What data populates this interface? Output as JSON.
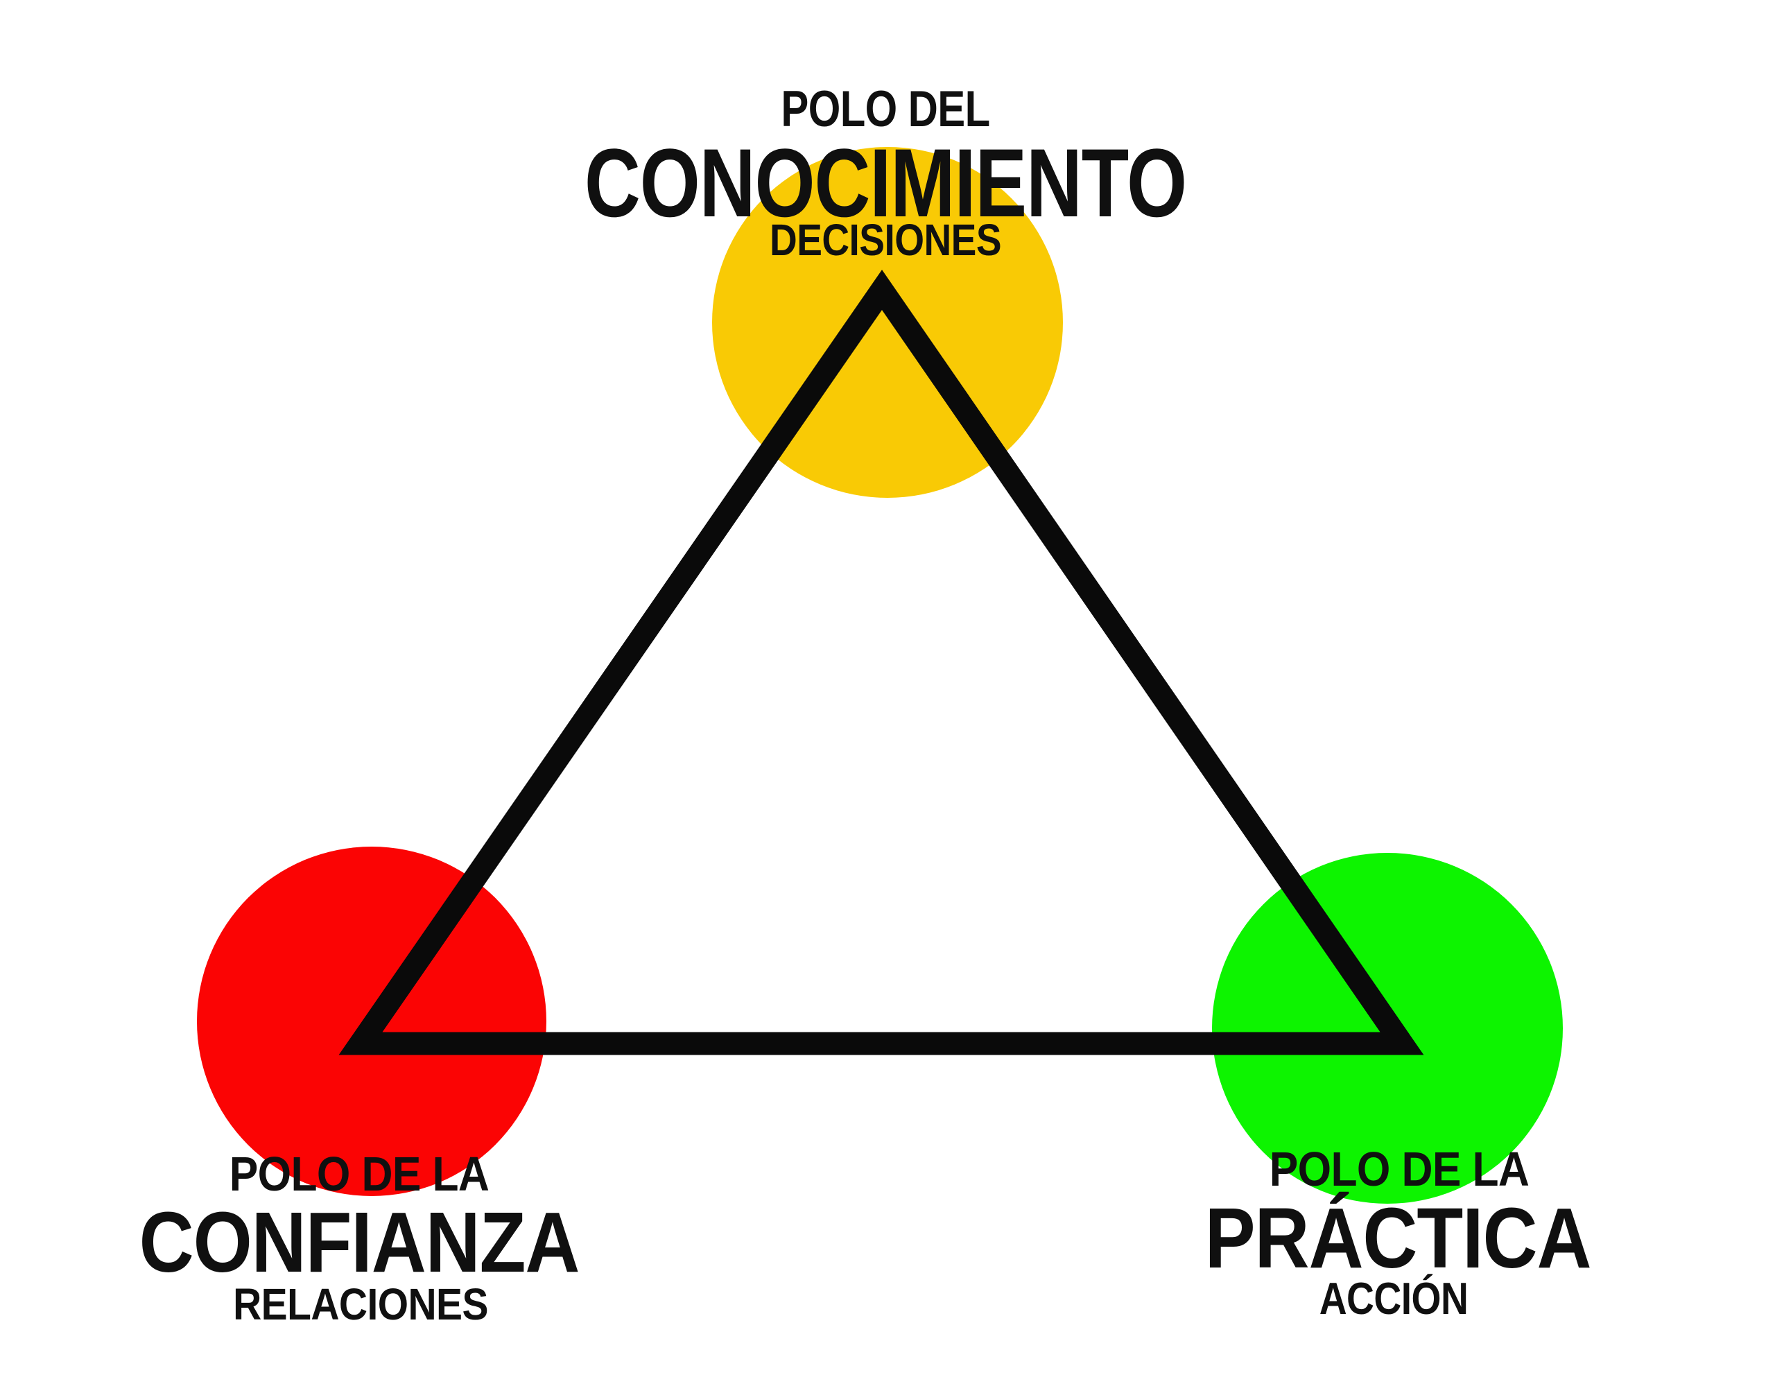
{
  "diagram": {
    "background": "#ffffff",
    "text_color": "#101010",
    "triangle_color": "#0a0a0a",
    "poles": {
      "knowledge": {
        "position": "top",
        "pretitle": "POLO DEL",
        "title": "CONOCIMIENTO",
        "subtitle": "DECISIONES",
        "circle_color": "#f9ca05"
      },
      "trust": {
        "position": "bottom-left",
        "pretitle": "POLO DE LA",
        "title": "CONFIANZA",
        "subtitle": "RELACIONES",
        "circle_color": "#fb0404"
      },
      "practice": {
        "position": "bottom-right",
        "pretitle": "POLO DE LA",
        "title": "PRÁCTICA",
        "subtitle": "ACCIÓN",
        "circle_color": "#0df400"
      }
    }
  }
}
